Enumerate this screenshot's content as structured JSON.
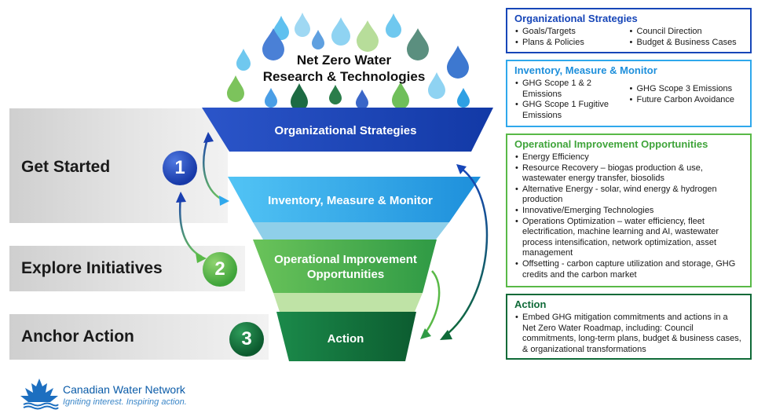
{
  "header": {
    "line1": "Net Zero Water",
    "line2": "Research & Technologies"
  },
  "stages": [
    {
      "label": "Get Started",
      "number": "1"
    },
    {
      "label": "Explore Initiatives",
      "number": "2"
    },
    {
      "label": "Anchor Action",
      "number": "3"
    }
  ],
  "funnel": {
    "tier1": "Organizational Strategies",
    "tier2": "Inventory, Measure & Monitor",
    "tier3_line1": "Operational Improvement",
    "tier3_line2": "Opportunities",
    "tier4": "Action"
  },
  "panels": {
    "org": {
      "title": "Organizational Strategies",
      "col1": [
        "Goals/Targets",
        "Plans & Policies"
      ],
      "col2": [
        "Council Direction",
        "Budget & Business Cases"
      ]
    },
    "inventory": {
      "title": "Inventory, Measure & Monitor",
      "col1": [
        "GHG Scope 1 & 2 Emissions",
        "GHG Scope 1 Fugitive Emissions"
      ],
      "col2": [
        "GHG Scope 3 Emissions",
        "Future Carbon Avoidance"
      ]
    },
    "operational": {
      "title": "Operational Improvement Opportunities",
      "items": [
        "Energy Efficiency",
        "Resource Recovery – biogas production & use, wastewater energy transfer, biosolids",
        "Alternative Energy - solar, wind energy & hydrogen production",
        "Innovative/Emerging Technologies",
        "Operations Optimization – water efficiency, fleet electrification, machine learning and AI, wastewater process intensification, network optimization, asset management",
        "Offsetting - carbon capture utilization and storage, GHG credits and the carbon market"
      ]
    },
    "action": {
      "title": "Action",
      "items": [
        "Embed GHG mitigation commitments and actions in a Net Zero Water Roadmap, including: Council commitments, long-term plans, budget & business cases, & organizational transformations"
      ]
    }
  },
  "logo": {
    "name": "Canadian Water Network",
    "tagline": "Igniting interest. Inspiring action."
  },
  "colors": {
    "blue_dark": "#1746b8",
    "blue_light": "#2fa8ec",
    "green_light": "#59b947",
    "green_dark": "#0f6a38"
  }
}
